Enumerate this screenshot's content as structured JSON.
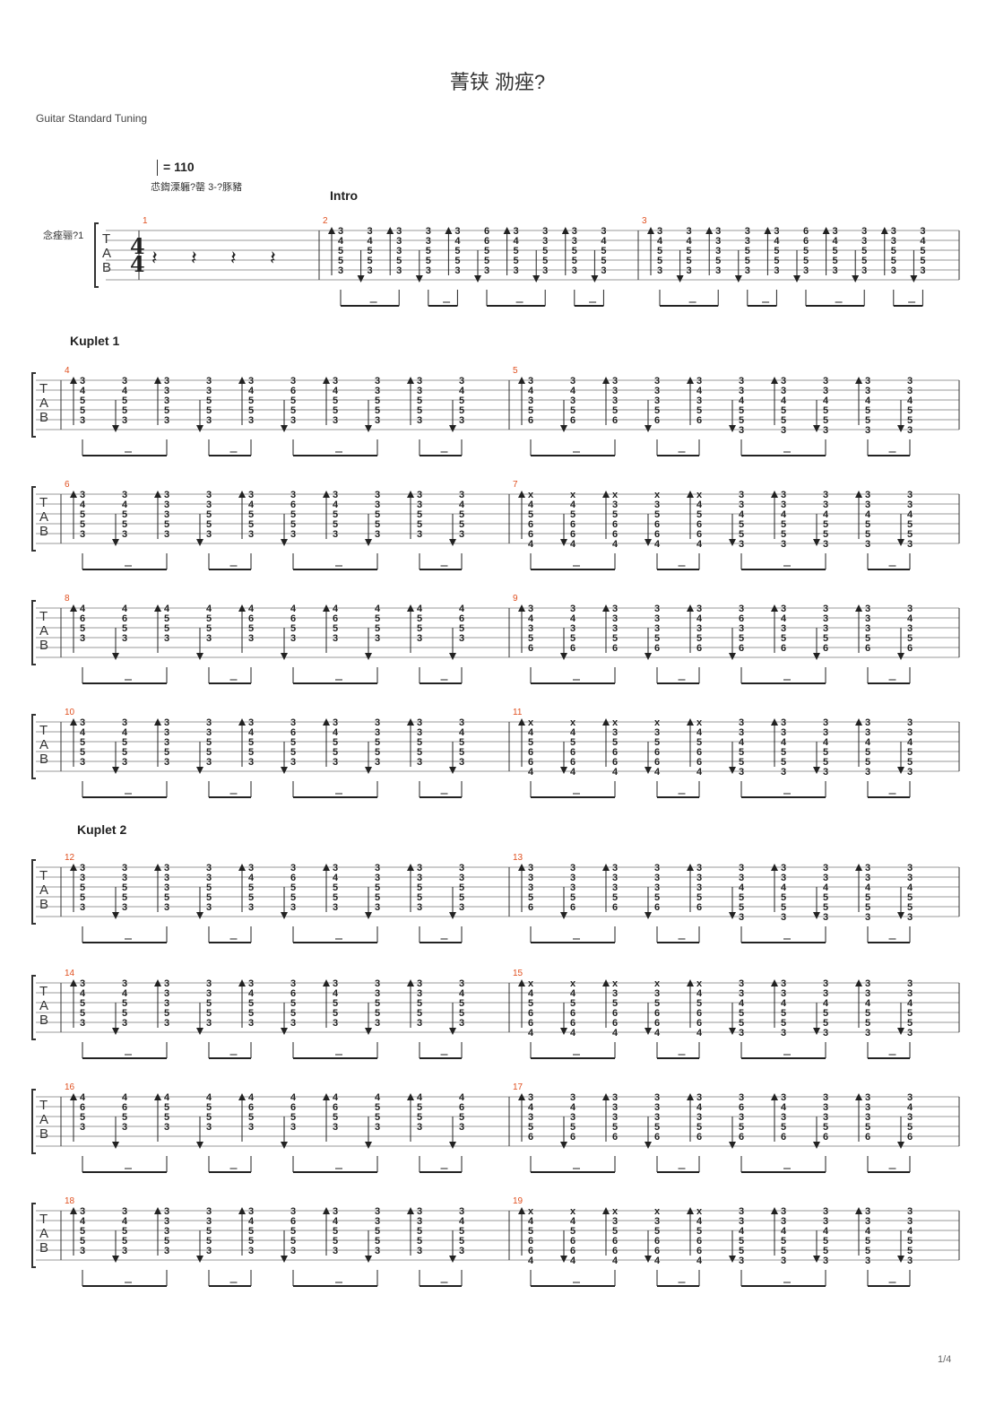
{
  "song": {
    "title": "菁铗 泐痤?",
    "tuning": "Guitar Standard Tuning",
    "tempo": "= 110",
    "tempo_sub": "怷鍧溧軅?罄 3-?豚豬",
    "track_name": "念痤骊?1",
    "page_number": "1/4"
  },
  "sections": [
    {
      "label": "Intro"
    },
    {
      "label": "Kuplet 1"
    },
    {
      "label": "Kuplet 2"
    }
  ],
  "clef": [
    "T",
    "A",
    "B"
  ],
  "time_signature": [
    "4",
    "4"
  ],
  "measures": [
    {
      "number": "1",
      "system": 0,
      "rest": true
    },
    {
      "number": "2",
      "system": 0,
      "beats": [
        [
          "3",
          "4",
          "5",
          "5",
          "3"
        ],
        [
          "3",
          "4",
          "5",
          "5",
          "3"
        ],
        [
          "3",
          "3",
          "3",
          "5",
          "3"
        ],
        [
          "3",
          "3",
          "5",
          "5",
          "3"
        ],
        [
          "3",
          "4",
          "5",
          "5",
          "3"
        ],
        [
          "6",
          "6",
          "5",
          "5",
          "3"
        ],
        [
          "3",
          "4",
          "5",
          "5",
          "3"
        ],
        [
          "3",
          "3",
          "5",
          "5",
          "3"
        ],
        [
          "3",
          "3",
          "5",
          "5",
          "3"
        ],
        [
          "3",
          "4",
          "5",
          "5",
          "3"
        ]
      ]
    },
    {
      "number": "3",
      "system": 0,
      "beats": [
        [
          "3",
          "4",
          "5",
          "5",
          "3"
        ],
        [
          "3",
          "4",
          "5",
          "5",
          "3"
        ],
        [
          "3",
          "3",
          "3",
          "5",
          "3"
        ],
        [
          "3",
          "3",
          "5",
          "5",
          "3"
        ],
        [
          "3",
          "4",
          "5",
          "5",
          "3"
        ],
        [
          "6",
          "6",
          "5",
          "5",
          "3"
        ],
        [
          "3",
          "4",
          "5",
          "5",
          "3"
        ],
        [
          "3",
          "3",
          "5",
          "5",
          "3"
        ],
        [
          "3",
          "3",
          "5",
          "5",
          "3"
        ],
        [
          "3",
          "4",
          "5",
          "5",
          "3"
        ]
      ]
    },
    {
      "number": "4",
      "system": 1,
      "beats": [
        [
          "3",
          "4",
          "5",
          "5",
          "3"
        ],
        [
          "3",
          "4",
          "5",
          "5",
          "3"
        ],
        [
          "3",
          "3",
          "3",
          "5",
          "3"
        ],
        [
          "3",
          "3",
          "5",
          "5",
          "3"
        ],
        [
          "3",
          "4",
          "5",
          "5",
          "3"
        ],
        [
          "3",
          "6",
          "5",
          "5",
          "3"
        ],
        [
          "3",
          "4",
          "5",
          "5",
          "3"
        ],
        [
          "3",
          "3",
          "5",
          "5",
          "3"
        ],
        [
          "3",
          "3",
          "5",
          "5",
          "3"
        ],
        [
          "3",
          "4",
          "5",
          "5",
          "3"
        ]
      ]
    },
    {
      "number": "5",
      "system": 1,
      "beats": [
        [
          "3",
          "4",
          "3",
          "5",
          "6"
        ],
        [
          "3",
          "4",
          "3",
          "5",
          "6"
        ],
        [
          "3",
          "3",
          "3",
          "5",
          "6"
        ],
        [
          "3",
          "3",
          "3",
          "5",
          "6"
        ],
        [
          "3",
          "4",
          "3",
          "5",
          "6"
        ],
        [
          "3",
          "3",
          "4",
          "5",
          "5",
          "3"
        ],
        [
          "3",
          "3",
          "4",
          "5",
          "5",
          "3"
        ],
        [
          "3",
          "3",
          "4",
          "5",
          "5",
          "3"
        ],
        [
          "3",
          "3",
          "4",
          "5",
          "5",
          "3"
        ],
        [
          "3",
          "3",
          "4",
          "5",
          "5",
          "3"
        ]
      ]
    },
    {
      "number": "6",
      "system": 2,
      "beats": [
        [
          "3",
          "4",
          "5",
          "5",
          "3"
        ],
        [
          "3",
          "4",
          "5",
          "5",
          "3"
        ],
        [
          "3",
          "3",
          "3",
          "5",
          "3"
        ],
        [
          "3",
          "3",
          "5",
          "5",
          "3"
        ],
        [
          "3",
          "4",
          "5",
          "5",
          "3"
        ],
        [
          "3",
          "6",
          "5",
          "5",
          "3"
        ],
        [
          "3",
          "4",
          "5",
          "5",
          "3"
        ],
        [
          "3",
          "3",
          "5",
          "5",
          "3"
        ],
        [
          "3",
          "3",
          "5",
          "5",
          "3"
        ],
        [
          "3",
          "4",
          "5",
          "5",
          "3"
        ]
      ]
    },
    {
      "number": "7",
      "system": 2,
      "beats": [
        [
          "x",
          "4",
          "5",
          "6",
          "6",
          "4"
        ],
        [
          "x",
          "4",
          "5",
          "6",
          "6",
          "4"
        ],
        [
          "x",
          "3",
          "5",
          "6",
          "6",
          "4"
        ],
        [
          "x",
          "3",
          "5",
          "6",
          "6",
          "4"
        ],
        [
          "x",
          "4",
          "5",
          "6",
          "6",
          "4"
        ],
        [
          "3",
          "3",
          "4",
          "5",
          "5",
          "3"
        ],
        [
          "3",
          "3",
          "4",
          "5",
          "5",
          "3"
        ],
        [
          "3",
          "3",
          "4",
          "5",
          "5",
          "3"
        ],
        [
          "3",
          "3",
          "4",
          "5",
          "5",
          "3"
        ],
        [
          "3",
          "3",
          "4",
          "5",
          "5",
          "3"
        ]
      ]
    },
    {
      "number": "8",
      "system": 3,
      "beats": [
        [
          "4",
          "6",
          "5",
          "3"
        ],
        [
          "4",
          "6",
          "5",
          "3"
        ],
        [
          "4",
          "5",
          "5",
          "3"
        ],
        [
          "4",
          "5",
          "5",
          "3"
        ],
        [
          "4",
          "6",
          "5",
          "3"
        ],
        [
          "4",
          "6",
          "5",
          "3"
        ],
        [
          "4",
          "6",
          "5",
          "3"
        ],
        [
          "4",
          "5",
          "5",
          "3"
        ],
        [
          "4",
          "5",
          "5",
          "3"
        ],
        [
          "4",
          "6",
          "5",
          "3"
        ]
      ]
    },
    {
      "number": "9",
      "system": 3,
      "beats": [
        [
          "3",
          "4",
          "3",
          "5",
          "6"
        ],
        [
          "3",
          "4",
          "3",
          "5",
          "6"
        ],
        [
          "3",
          "3",
          "3",
          "5",
          "6"
        ],
        [
          "3",
          "3",
          "3",
          "5",
          "6"
        ],
        [
          "3",
          "4",
          "3",
          "5",
          "6"
        ],
        [
          "3",
          "6",
          "3",
          "5",
          "6"
        ],
        [
          "3",
          "4",
          "3",
          "5",
          "6"
        ],
        [
          "3",
          "3",
          "3",
          "5",
          "6"
        ],
        [
          "3",
          "3",
          "3",
          "5",
          "6"
        ],
        [
          "3",
          "4",
          "3",
          "5",
          "6"
        ]
      ]
    },
    {
      "number": "10",
      "system": 4,
      "beats": [
        [
          "3",
          "4",
          "5",
          "5",
          "3"
        ],
        [
          "3",
          "4",
          "5",
          "5",
          "3"
        ],
        [
          "3",
          "3",
          "3",
          "5",
          "3"
        ],
        [
          "3",
          "3",
          "5",
          "5",
          "3"
        ],
        [
          "3",
          "4",
          "5",
          "5",
          "3"
        ],
        [
          "3",
          "6",
          "5",
          "5",
          "3"
        ],
        [
          "3",
          "4",
          "5",
          "5",
          "3"
        ],
        [
          "3",
          "3",
          "5",
          "5",
          "3"
        ],
        [
          "3",
          "3",
          "5",
          "5",
          "3"
        ],
        [
          "3",
          "4",
          "5",
          "5",
          "3"
        ]
      ]
    },
    {
      "number": "11",
      "system": 4,
      "beats": [
        [
          "x",
          "4",
          "5",
          "6",
          "6",
          "4"
        ],
        [
          "x",
          "4",
          "5",
          "6",
          "6",
          "4"
        ],
        [
          "x",
          "3",
          "5",
          "6",
          "6",
          "4"
        ],
        [
          "x",
          "3",
          "5",
          "6",
          "6",
          "4"
        ],
        [
          "x",
          "4",
          "5",
          "6",
          "6",
          "4"
        ],
        [
          "3",
          "3",
          "4",
          "5",
          "5",
          "3"
        ],
        [
          "3",
          "3",
          "4",
          "5",
          "5",
          "3"
        ],
        [
          "3",
          "3",
          "4",
          "5",
          "5",
          "3"
        ],
        [
          "3",
          "3",
          "4",
          "5",
          "5",
          "3"
        ],
        [
          "3",
          "3",
          "4",
          "5",
          "5",
          "3"
        ]
      ]
    },
    {
      "number": "12",
      "system": 5,
      "beats": [
        [
          "3",
          "3",
          "5",
          "5",
          "3"
        ],
        [
          "3",
          "3",
          "5",
          "5",
          "3"
        ],
        [
          "3",
          "3",
          "3",
          "5",
          "3"
        ],
        [
          "3",
          "3",
          "5",
          "5",
          "3"
        ],
        [
          "3",
          "4",
          "5",
          "5",
          "3"
        ],
        [
          "3",
          "6",
          "5",
          "5",
          "3"
        ],
        [
          "3",
          "4",
          "5",
          "5",
          "3"
        ],
        [
          "3",
          "3",
          "5",
          "5",
          "3"
        ],
        [
          "3",
          "3",
          "5",
          "5",
          "3"
        ],
        [
          "3",
          "3",
          "5",
          "5",
          "3"
        ]
      ]
    },
    {
      "number": "13",
      "system": 5,
      "beats": [
        [
          "3",
          "3",
          "3",
          "5",
          "6"
        ],
        [
          "3",
          "3",
          "3",
          "5",
          "6"
        ],
        [
          "3",
          "3",
          "3",
          "5",
          "6"
        ],
        [
          "3",
          "3",
          "3",
          "5",
          "6"
        ],
        [
          "3",
          "3",
          "3",
          "5",
          "6"
        ],
        [
          "3",
          "3",
          "4",
          "5",
          "5",
          "3"
        ],
        [
          "3",
          "3",
          "4",
          "5",
          "5",
          "3"
        ],
        [
          "3",
          "3",
          "4",
          "5",
          "5",
          "3"
        ],
        [
          "3",
          "3",
          "4",
          "5",
          "5",
          "3"
        ],
        [
          "3",
          "3",
          "4",
          "5",
          "5",
          "3"
        ]
      ]
    },
    {
      "number": "14",
      "system": 6,
      "beats": [
        [
          "3",
          "4",
          "5",
          "5",
          "3"
        ],
        [
          "3",
          "4",
          "5",
          "5",
          "3"
        ],
        [
          "3",
          "3",
          "3",
          "5",
          "3"
        ],
        [
          "3",
          "3",
          "5",
          "5",
          "3"
        ],
        [
          "3",
          "4",
          "5",
          "5",
          "3"
        ],
        [
          "3",
          "6",
          "5",
          "5",
          "3"
        ],
        [
          "3",
          "4",
          "5",
          "5",
          "3"
        ],
        [
          "3",
          "3",
          "5",
          "5",
          "3"
        ],
        [
          "3",
          "3",
          "5",
          "5",
          "3"
        ],
        [
          "3",
          "4",
          "5",
          "5",
          "3"
        ]
      ]
    },
    {
      "number": "15",
      "system": 6,
      "beats": [
        [
          "x",
          "4",
          "5",
          "6",
          "6",
          "4"
        ],
        [
          "x",
          "4",
          "5",
          "6",
          "6",
          "4"
        ],
        [
          "x",
          "3",
          "5",
          "6",
          "6",
          "4"
        ],
        [
          "x",
          "3",
          "5",
          "6",
          "6",
          "4"
        ],
        [
          "x",
          "4",
          "5",
          "6",
          "6",
          "4"
        ],
        [
          "3",
          "3",
          "4",
          "5",
          "5",
          "3"
        ],
        [
          "3",
          "3",
          "4",
          "5",
          "5",
          "3"
        ],
        [
          "3",
          "3",
          "4",
          "5",
          "5",
          "3"
        ],
        [
          "3",
          "3",
          "4",
          "5",
          "5",
          "3"
        ],
        [
          "3",
          "3",
          "4",
          "5",
          "5",
          "3"
        ]
      ]
    },
    {
      "number": "16",
      "system": 7,
      "beats": [
        [
          "4",
          "6",
          "5",
          "3"
        ],
        [
          "4",
          "6",
          "5",
          "3"
        ],
        [
          "4",
          "5",
          "5",
          "3"
        ],
        [
          "4",
          "5",
          "5",
          "3"
        ],
        [
          "4",
          "6",
          "5",
          "3"
        ],
        [
          "4",
          "6",
          "5",
          "3"
        ],
        [
          "4",
          "6",
          "5",
          "3"
        ],
        [
          "4",
          "5",
          "5",
          "3"
        ],
        [
          "4",
          "5",
          "5",
          "3"
        ],
        [
          "4",
          "6",
          "5",
          "3"
        ]
      ]
    },
    {
      "number": "17",
      "system": 7,
      "beats": [
        [
          "3",
          "4",
          "3",
          "5",
          "6"
        ],
        [
          "3",
          "4",
          "3",
          "5",
          "6"
        ],
        [
          "3",
          "3",
          "3",
          "5",
          "6"
        ],
        [
          "3",
          "3",
          "3",
          "5",
          "6"
        ],
        [
          "3",
          "4",
          "3",
          "5",
          "6"
        ],
        [
          "3",
          "6",
          "3",
          "5",
          "6"
        ],
        [
          "3",
          "4",
          "3",
          "5",
          "6"
        ],
        [
          "3",
          "3",
          "3",
          "5",
          "6"
        ],
        [
          "3",
          "3",
          "3",
          "5",
          "6"
        ],
        [
          "3",
          "4",
          "3",
          "5",
          "6"
        ]
      ]
    },
    {
      "number": "18",
      "system": 8,
      "beats": [
        [
          "3",
          "4",
          "5",
          "5",
          "3"
        ],
        [
          "3",
          "4",
          "5",
          "5",
          "3"
        ],
        [
          "3",
          "3",
          "3",
          "5",
          "3"
        ],
        [
          "3",
          "3",
          "5",
          "5",
          "3"
        ],
        [
          "3",
          "4",
          "5",
          "5",
          "3"
        ],
        [
          "3",
          "6",
          "5",
          "5",
          "3"
        ],
        [
          "3",
          "4",
          "5",
          "5",
          "3"
        ],
        [
          "3",
          "3",
          "5",
          "5",
          "3"
        ],
        [
          "3",
          "3",
          "5",
          "5",
          "3"
        ],
        [
          "3",
          "4",
          "5",
          "5",
          "3"
        ]
      ]
    },
    {
      "number": "19",
      "system": 8,
      "beats": [
        [
          "x",
          "4",
          "5",
          "6",
          "6",
          "4"
        ],
        [
          "x",
          "4",
          "5",
          "6",
          "6",
          "4"
        ],
        [
          "x",
          "3",
          "5",
          "6",
          "6",
          "4"
        ],
        [
          "x",
          "3",
          "5",
          "6",
          "6",
          "4"
        ],
        [
          "x",
          "4",
          "5",
          "6",
          "6",
          "4"
        ],
        [
          "3",
          "3",
          "4",
          "5",
          "5",
          "3"
        ],
        [
          "3",
          "3",
          "4",
          "5",
          "5",
          "3"
        ],
        [
          "3",
          "3",
          "4",
          "5",
          "5",
          "3"
        ],
        [
          "3",
          "3",
          "4",
          "5",
          "5",
          "3"
        ],
        [
          "3",
          "3",
          "4",
          "5",
          "5",
          "3"
        ]
      ]
    }
  ]
}
